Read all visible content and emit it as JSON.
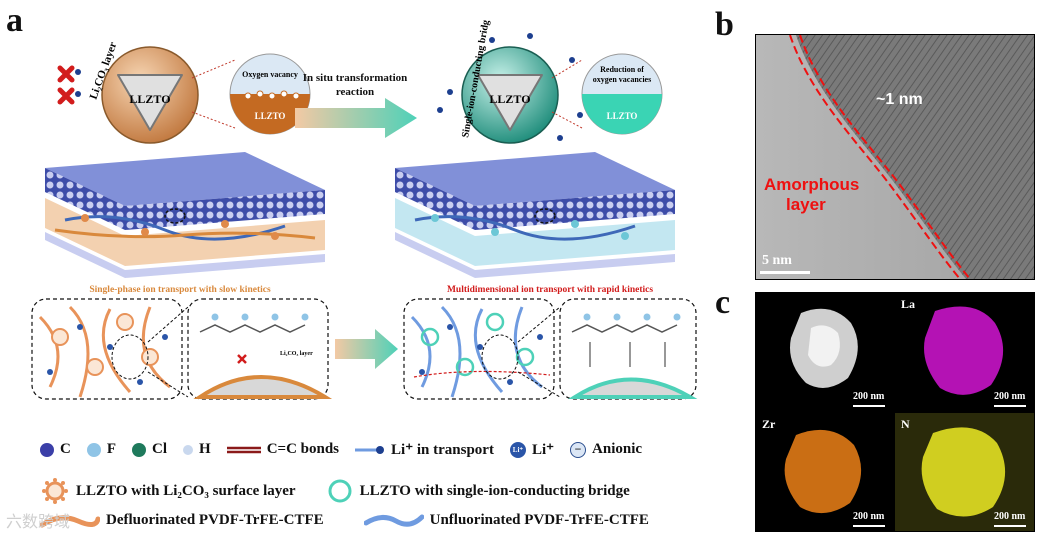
{
  "panels": {
    "a": "a",
    "b": "b",
    "c": "c"
  },
  "panel_a": {
    "left_particle_label": "LLZTO",
    "left_coating_label": "Li₂CO₃ layer",
    "left_inset_title": "Oxygen vacancy",
    "left_inset_base": "LLZTO",
    "arrow_text_line1": "In situ transformation",
    "arrow_text_line2": "reaction",
    "right_particle_label": "LLZTO",
    "bridge_label": "Single-ion-conducting bridge",
    "right_inset_title_line1": "Reduction of",
    "right_inset_title_line2": "oxygen vacancies",
    "right_inset_base": "LLZTO",
    "left_transport_title": "Single-phase ion transport with slow kinetics",
    "right_transport_title": "Multidimensional ion transport with rapid kinetics",
    "inset_li2co3_label": "Li₂CO₃ layer"
  },
  "legend": {
    "row1": [
      {
        "label": "C",
        "color": "#3b3fa8",
        "icon": "carbon-ball-icon"
      },
      {
        "label": "F",
        "color": "#8fc4e6",
        "icon": "fluorine-ball-icon"
      },
      {
        "label": "Cl",
        "color": "#1f7a5c",
        "icon": "chlorine-ball-icon"
      },
      {
        "label": "H",
        "color": "#c9d8ee",
        "icon": "hydrogen-ball-icon"
      },
      {
        "label": "C=C bonds",
        "color": "#8b1a1a",
        "icon": "double-bond-icon"
      },
      {
        "label": "Li⁺ in transport",
        "color": "#1d3f8f",
        "icon": "li-transport-icon"
      },
      {
        "label": "Li⁺",
        "color": "#2a55a8",
        "icon": "li-ion-icon"
      },
      {
        "label": "Anionic",
        "color": "#2c4f8f",
        "icon": "anion-icon"
      }
    ],
    "row2": [
      {
        "label": "LLZTO with Li₂CO₃ surface layer",
        "icon": "llzto-li2co3-icon"
      },
      {
        "label": "LLZTO with single-ion-conducting bridge",
        "icon": "llzto-bridge-icon"
      }
    ],
    "row3": [
      {
        "label": "Defluorinated PVDF-TrFE-CTFE",
        "icon": "defluorinated-chain-icon"
      },
      {
        "label": "Unfluorinated PVDF-TrFE-CTFE",
        "icon": "unfluorinated-chain-icon"
      }
    ],
    "li_ion_glyph": "Li⁺",
    "anion_glyph": "−"
  },
  "panel_b": {
    "thickness_label": "~1 nm",
    "layer_label_line1": "Amorphous",
    "layer_label_line2": "layer",
    "scalebar": "5 nm"
  },
  "panel_c": {
    "maps": [
      {
        "element": "",
        "scalebar": "200 nm",
        "color": "#d8d8d8"
      },
      {
        "element": "La",
        "scalebar": "200 nm",
        "color": "#c814c8"
      },
      {
        "element": "Zr",
        "scalebar": "200 nm",
        "color": "#e07a16"
      },
      {
        "element": "N",
        "scalebar": "200 nm",
        "color": "#e2e022"
      }
    ]
  },
  "watermark": "六数跨域"
}
